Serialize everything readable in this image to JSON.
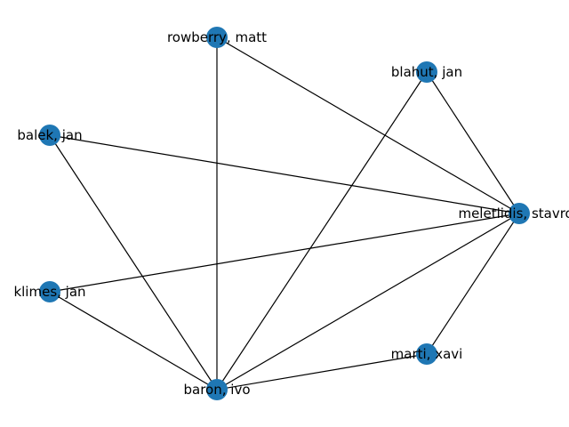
{
  "graph": {
    "node_color": "#1f77b4",
    "edge_color": "#000000",
    "nodes": [
      {
        "id": "rowberry",
        "label": "rowberry, matt"
      },
      {
        "id": "blahut",
        "label": "blahut, jan"
      },
      {
        "id": "balek",
        "label": "balek, jan"
      },
      {
        "id": "meletlidis",
        "label": "meletlidis, stavros"
      },
      {
        "id": "klimes",
        "label": "klimes, jan"
      },
      {
        "id": "marti",
        "label": "marti, xavi"
      },
      {
        "id": "baron",
        "label": "baron, ivo"
      }
    ],
    "edges": [
      [
        "rowberry",
        "baron"
      ],
      [
        "rowberry",
        "meletlidis"
      ],
      [
        "blahut",
        "baron"
      ],
      [
        "blahut",
        "meletlidis"
      ],
      [
        "balek",
        "meletlidis"
      ],
      [
        "balek",
        "baron"
      ],
      [
        "klimes",
        "meletlidis"
      ],
      [
        "klimes",
        "baron"
      ],
      [
        "marti",
        "meletlidis"
      ],
      [
        "marti",
        "baron"
      ],
      [
        "meletlidis",
        "baron"
      ]
    ]
  }
}
